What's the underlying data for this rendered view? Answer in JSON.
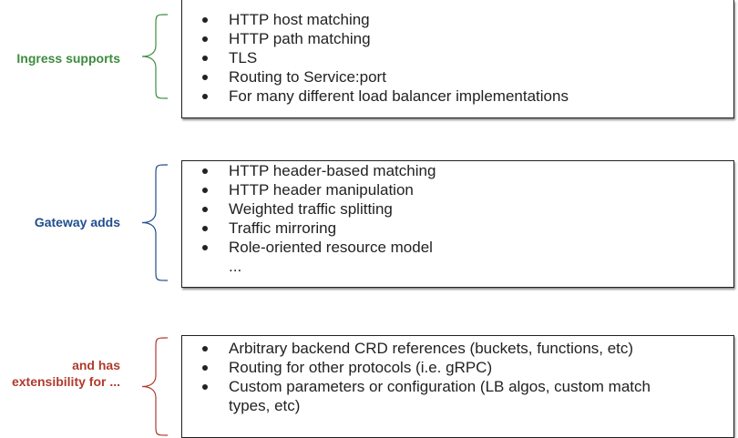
{
  "sections": [
    {
      "label_lines": [
        "Ingress supports"
      ],
      "color": "#3e8b3e",
      "items": [
        {
          "text": "HTTP host matching",
          "bullet": true
        },
        {
          "text": "HTTP path matching",
          "bullet": true
        },
        {
          "text": "TLS",
          "bullet": true
        },
        {
          "text": "Routing to Service:port",
          "bullet": true
        },
        {
          "text": "For many different load balancer implementations",
          "bullet": true
        }
      ]
    },
    {
      "label_lines": [
        "Gateway adds"
      ],
      "color": "#1f4e8c",
      "items": [
        {
          "text": "HTTP header-based matching",
          "bullet": true
        },
        {
          "text": "HTTP header manipulation",
          "bullet": true
        },
        {
          "text": "Weighted traffic splitting",
          "bullet": true
        },
        {
          "text": "Traffic mirroring",
          "bullet": true
        },
        {
          "text": "Role-oriented resource model",
          "bullet": true
        },
        {
          "text": "...",
          "bullet": false
        }
      ]
    },
    {
      "label_lines": [
        "and has",
        "extensibility for ..."
      ],
      "color": "#b03a2e",
      "items": [
        {
          "text": "Arbitrary backend CRD references (buckets, functions, etc)",
          "bullet": true
        },
        {
          "text": "Routing for other protocols (i.e. gRPC)",
          "bullet": true
        },
        {
          "text": "Custom parameters or configuration (LB algos, custom match",
          "bullet": true
        },
        {
          "text": "types, etc)",
          "bullet": false
        }
      ]
    }
  ]
}
